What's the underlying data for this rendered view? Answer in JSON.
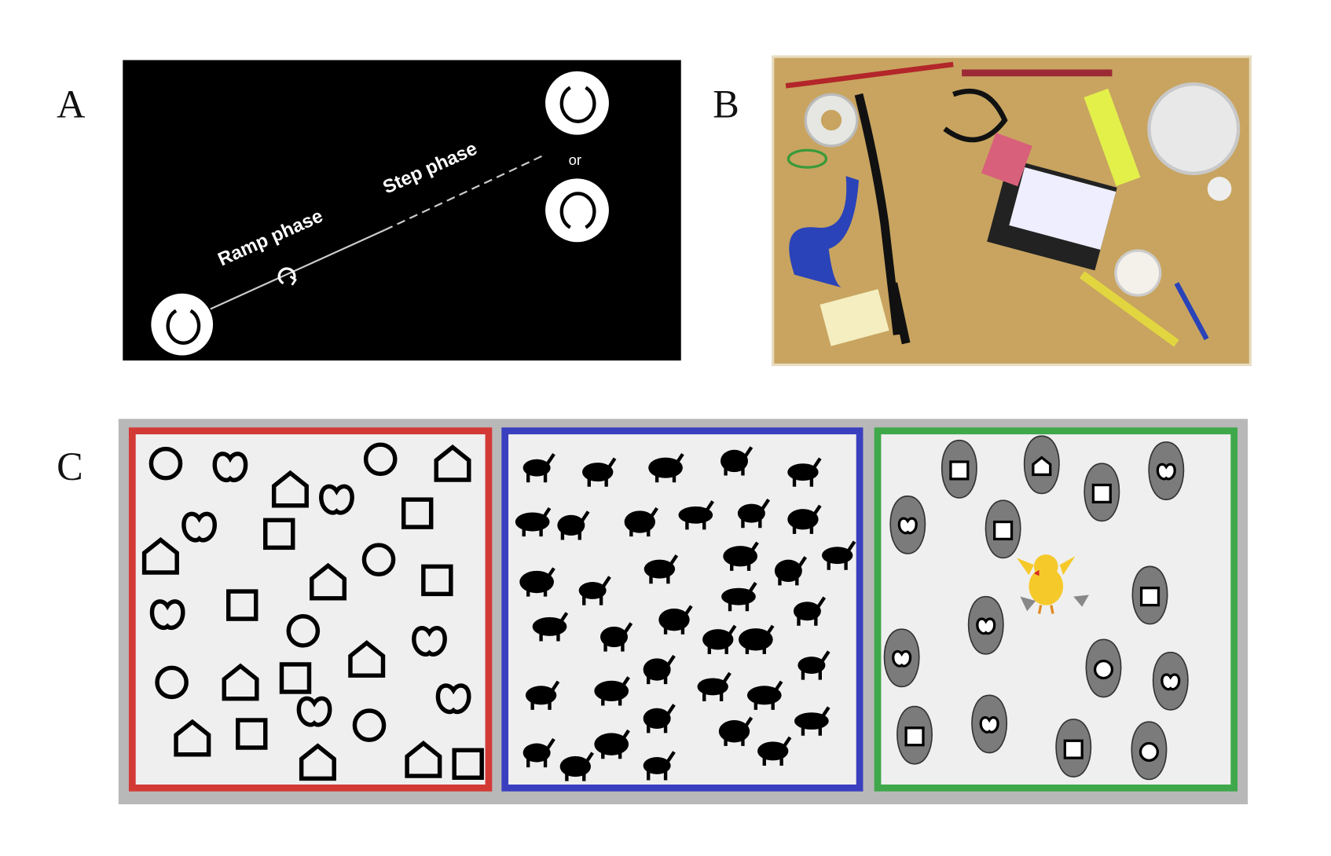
{
  "figure": {
    "panel_labels": {
      "a": "A",
      "b": "B",
      "c": "C"
    },
    "panel_a": {
      "ramp_label": "Ramp phase",
      "step_label": "Step phase",
      "or_label": "or"
    },
    "panel_c": {
      "frame_colors": {
        "left": "#d33a36",
        "middle": "#3a3fbf",
        "right": "#3fa84a"
      },
      "egg_color": "#7b7b7b",
      "background": "#efefef"
    },
    "panel_b": {
      "table_color": "#c8a460"
    }
  }
}
